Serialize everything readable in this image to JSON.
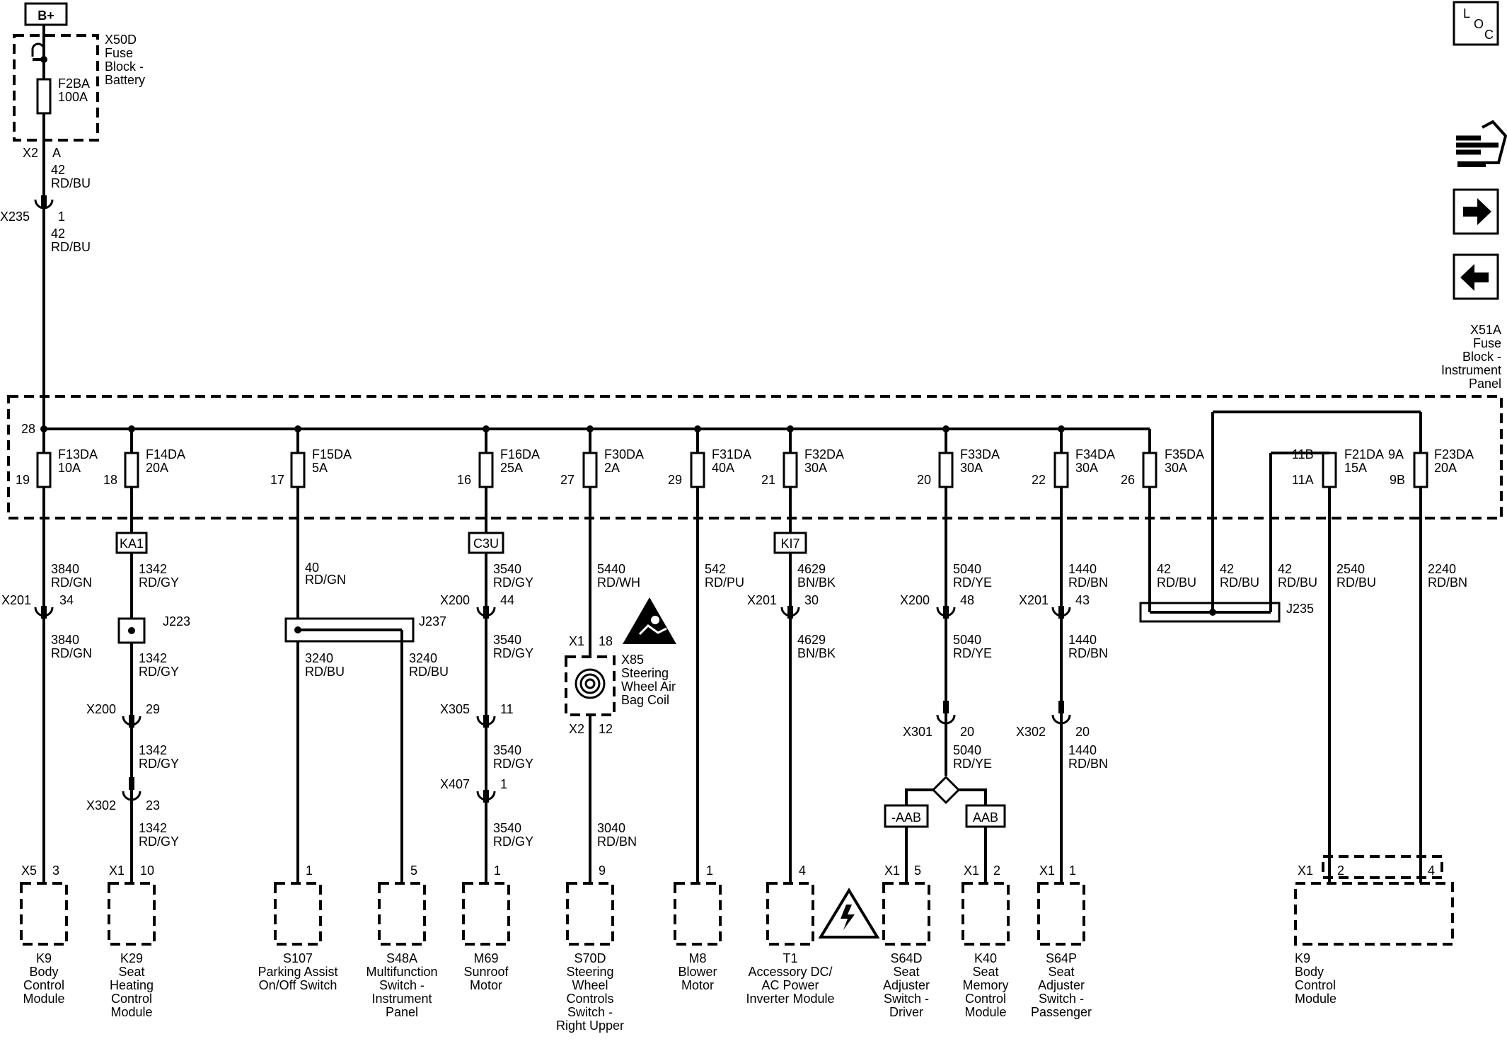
{
  "battery_label": "B+",
  "loc_label": [
    "L",
    "O",
    "C"
  ],
  "x50d": {
    "name": "X50D",
    "lines": [
      "Fuse",
      "Block -",
      "Battery"
    ],
    "fuse": "F2BA",
    "rating": "100A",
    "conn": "X2",
    "pin": "A"
  },
  "feed_wire": {
    "circuit": "42",
    "color": "RD/BU"
  },
  "x235": {
    "conn": "X235",
    "pin": "1"
  },
  "x51a": {
    "lines": [
      "X51A",
      "Fuse",
      "Block -",
      "Instrument",
      "Panel"
    ],
    "pin": "28"
  },
  "fuses": [
    {
      "pin": "19",
      "name": "F13DA",
      "rating": "10A"
    },
    {
      "pin": "18",
      "name": "F14DA",
      "rating": "20A"
    },
    {
      "pin": "17",
      "name": "F15DA",
      "rating": "5A"
    },
    {
      "pin": "16",
      "name": "F16DA",
      "rating": "25A"
    },
    {
      "pin": "27",
      "name": "F30DA",
      "rating": "2A"
    },
    {
      "pin": "29",
      "name": "F31DA",
      "rating": "40A"
    },
    {
      "pin": "21",
      "name": "F32DA",
      "rating": "30A"
    },
    {
      "pin": "20",
      "name": "F33DA",
      "rating": "30A"
    },
    {
      "pin": "22",
      "name": "F34DA",
      "rating": "30A"
    },
    {
      "pin": "26",
      "name": "F35DA",
      "rating": "30A"
    },
    {
      "pin": "11B",
      "pin2": "11A",
      "name": "F21DA",
      "rating": "15A"
    },
    {
      "pin": "9A",
      "pin2": "9B",
      "name": "F23DA",
      "rating": "20A"
    }
  ],
  "tags": {
    "ka1": "KA1",
    "c3u": "C3U",
    "ki7": "KI7",
    "aab_neg": "-AAB",
    "aab": "AAB"
  },
  "splices": {
    "j223": "J223",
    "j237": "J237",
    "j235": "J235"
  },
  "wires": {
    "w1a": [
      "3840",
      "RD/GN"
    ],
    "w1b": [
      "3840",
      "RD/GN"
    ],
    "w2a": [
      "1342",
      "RD/GY"
    ],
    "w2b": [
      "1342",
      "RD/GY"
    ],
    "w2c": [
      "1342",
      "RD/GY"
    ],
    "w2d": [
      "1342",
      "RD/GY"
    ],
    "w3a": [
      "40",
      "RD/GN"
    ],
    "w3b": [
      "3240",
      "RD/BU"
    ],
    "w3c": [
      "3240",
      "RD/BU"
    ],
    "w4a": [
      "3540",
      "RD/GY"
    ],
    "w4b": [
      "3540",
      "RD/GY"
    ],
    "w4c": [
      "3540",
      "RD/GY"
    ],
    "w4d": [
      "3540",
      "RD/GY"
    ],
    "w5a": [
      "5440",
      "RD/WH"
    ],
    "w5b": [
      "3040",
      "RD/BN"
    ],
    "w6a": [
      "542",
      "RD/PU"
    ],
    "w7a": [
      "4629",
      "BN/BK"
    ],
    "w7b": [
      "4629",
      "BN/BK"
    ],
    "w8a": [
      "5040",
      "RD/YE"
    ],
    "w8b": [
      "5040",
      "RD/YE"
    ],
    "w8c": [
      "5040",
      "RD/YE"
    ],
    "w9a": [
      "1440",
      "RD/BN"
    ],
    "w9b": [
      "1440",
      "RD/BN"
    ],
    "w9c": [
      "1440",
      "RD/BN"
    ],
    "w10a": [
      "42",
      "RD/BU"
    ],
    "w10b": [
      "42",
      "RD/BU"
    ],
    "w10c": [
      "42",
      "RD/BU"
    ],
    "w11": [
      "2540",
      "RD/BU"
    ],
    "w12": [
      "2240",
      "RD/BN"
    ]
  },
  "connectors": {
    "x201a": {
      "conn": "X201",
      "pin": "34"
    },
    "x200a": {
      "conn": "X200",
      "pin": "29"
    },
    "x302a": {
      "conn": "X302",
      "pin": "23"
    },
    "x200b": {
      "conn": "X200",
      "pin": "44"
    },
    "x305": {
      "conn": "X305",
      "pin": "11"
    },
    "x407": {
      "conn": "X407",
      "pin": "1"
    },
    "x201b": {
      "conn": "X201",
      "pin": "30"
    },
    "x200c": {
      "conn": "X200",
      "pin": "48"
    },
    "x301": {
      "conn": "X301",
      "pin": "20"
    },
    "x201c": {
      "conn": "X201",
      "pin": "43"
    },
    "x302b": {
      "conn": "X302",
      "pin": "20"
    }
  },
  "airbag": {
    "x1": "X1",
    "pin1": "18",
    "x2": "X2",
    "pin2": "12",
    "lines": [
      "X85",
      "Steering",
      "Wheel Air",
      "Bag Coil"
    ]
  },
  "components": [
    {
      "conn": "X5",
      "pin": "3",
      "lines": [
        "K9",
        "Body",
        "Control",
        "Module"
      ]
    },
    {
      "conn": "X1",
      "pin": "10",
      "lines": [
        "K29",
        "Seat",
        "Heating",
        "Control",
        "Module"
      ]
    },
    {
      "conn": "",
      "pin": "1",
      "lines": [
        "S107",
        "Parking Assist",
        "On/Off Switch"
      ]
    },
    {
      "conn": "",
      "pin": "5",
      "lines": [
        "S48A",
        "Multifunction",
        "Switch -",
        "Instrument",
        "Panel"
      ]
    },
    {
      "conn": "",
      "pin": "1",
      "lines": [
        "M69",
        "Sunroof",
        "Motor"
      ]
    },
    {
      "conn": "",
      "pin": "9",
      "lines": [
        "S70D",
        "Steering",
        "Wheel",
        "Controls",
        "Switch -",
        "Right Upper"
      ]
    },
    {
      "conn": "",
      "pin": "1",
      "lines": [
        "M8",
        "Blower",
        "Motor"
      ]
    },
    {
      "conn": "",
      "pin": "4",
      "lines": [
        "T1",
        "Accessory DC/",
        "AC Power",
        "Inverter Module"
      ]
    },
    {
      "conn": "X1",
      "pin": "5",
      "lines": [
        "S64D",
        "Seat",
        "Adjuster",
        "Switch -",
        "Driver"
      ]
    },
    {
      "conn": "X1",
      "pin": "2",
      "lines": [
        "K40",
        "Seat",
        "Memory",
        "Control",
        "Module"
      ]
    },
    {
      "conn": "X1",
      "pin": "1",
      "lines": [
        "S64P",
        "Seat",
        "Adjuster",
        "Switch -",
        "Passenger"
      ]
    },
    {
      "conn": "X1",
      "pin": "2",
      "pin2": "4",
      "lines": [
        "K9",
        "Body",
        "Control",
        "Module"
      ]
    }
  ]
}
